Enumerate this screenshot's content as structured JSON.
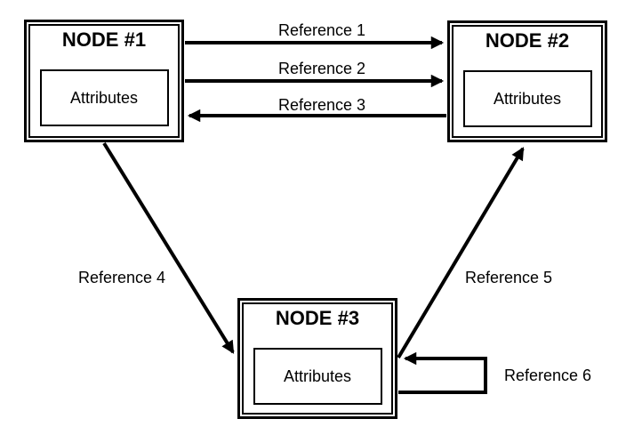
{
  "diagram": {
    "background_color": "#ffffff",
    "line_color": "#000000",
    "nodes": [
      {
        "title": "NODE #1",
        "attributes_label": "Attributes"
      },
      {
        "title": "NODE #2",
        "attributes_label": "Attributes"
      },
      {
        "title": "NODE #3",
        "attributes_label": "Attributes"
      }
    ],
    "references": [
      {
        "label": "Reference 1",
        "from": "NODE #1",
        "to": "NODE #2",
        "direction": "right"
      },
      {
        "label": "Reference 2",
        "from": "NODE #1",
        "to": "NODE #2",
        "direction": "right"
      },
      {
        "label": "Reference 3",
        "from": "NODE #2",
        "to": "NODE #1",
        "direction": "left"
      },
      {
        "label": "Reference 4",
        "from": "NODE #1",
        "to": "NODE #3",
        "direction": "down"
      },
      {
        "label": "Reference 5",
        "from": "NODE #3",
        "to": "NODE #2",
        "direction": "up"
      },
      {
        "label": "Reference 6",
        "from": "NODE #3",
        "to": "NODE #3",
        "direction": "self-loop"
      }
    ]
  }
}
